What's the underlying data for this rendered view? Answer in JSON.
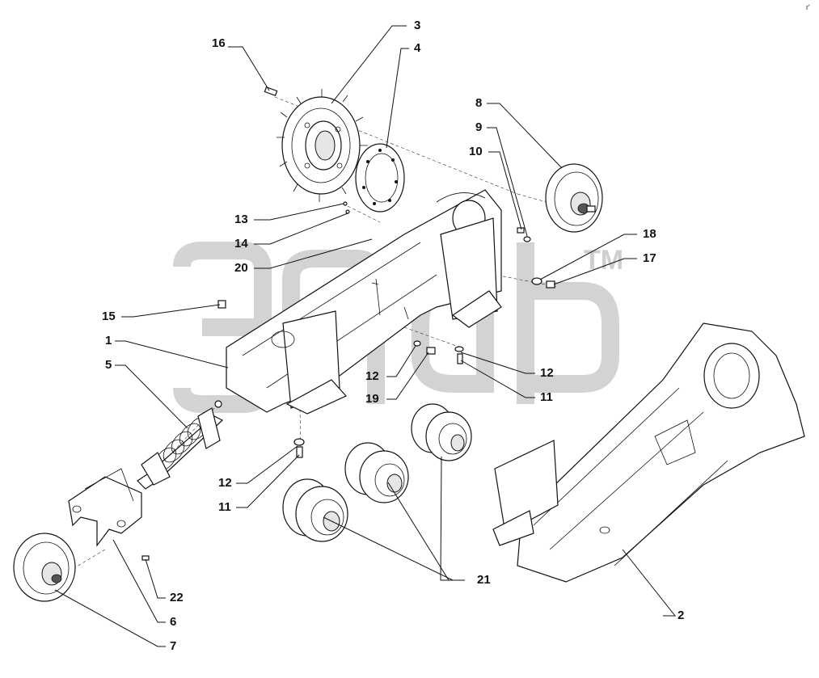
{
  "diagram": {
    "watermark_mark": "TM",
    "corner_mark": "r'",
    "callouts": [
      {
        "id": "c1",
        "text": "1"
      },
      {
        "id": "c2",
        "text": "2"
      },
      {
        "id": "c3",
        "text": "3"
      },
      {
        "id": "c4",
        "text": "4"
      },
      {
        "id": "c5",
        "text": "5"
      },
      {
        "id": "c6",
        "text": "6"
      },
      {
        "id": "c7",
        "text": "7"
      },
      {
        "id": "c8",
        "text": "8"
      },
      {
        "id": "c9",
        "text": "9"
      },
      {
        "id": "c10",
        "text": "10"
      },
      {
        "id": "c11a",
        "text": "11"
      },
      {
        "id": "c11b",
        "text": "11"
      },
      {
        "id": "c12a",
        "text": "12"
      },
      {
        "id": "c12b",
        "text": "12"
      },
      {
        "id": "c12c",
        "text": "12"
      },
      {
        "id": "c13",
        "text": "13"
      },
      {
        "id": "c14",
        "text": "14"
      },
      {
        "id": "c15",
        "text": "15"
      },
      {
        "id": "c16",
        "text": "16"
      },
      {
        "id": "c17",
        "text": "17"
      },
      {
        "id": "c18",
        "text": "18"
      },
      {
        "id": "c19",
        "text": "19"
      },
      {
        "id": "c20",
        "text": "20"
      },
      {
        "id": "c21",
        "text": "21"
      },
      {
        "id": "c22",
        "text": "22"
      }
    ]
  }
}
